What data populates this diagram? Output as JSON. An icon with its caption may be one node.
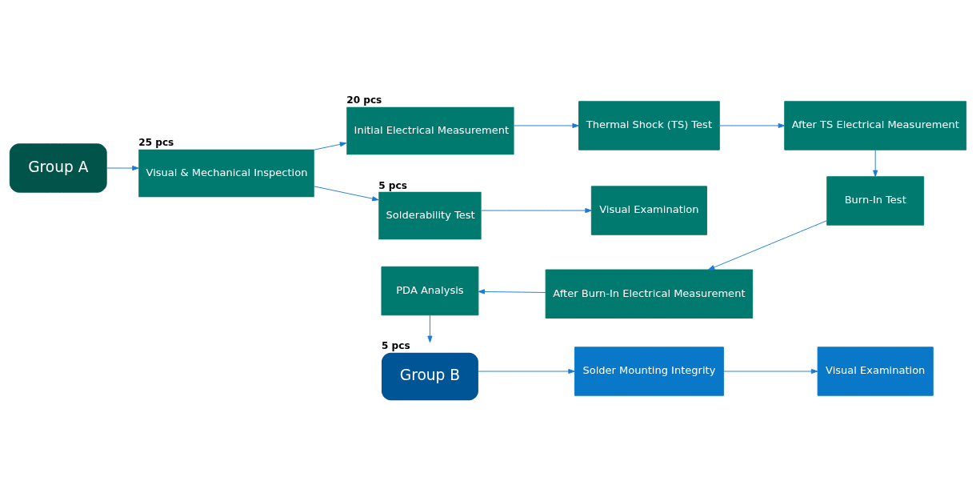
{
  "diagram": {
    "nodes": [
      {
        "text": [
          "Group A"
        ]
      },
      {
        "text": [
          "Visual & Mechanical Inspection"
        ],
        "beside": [
          "25 pcs"
        ]
      },
      {
        "text": [
          "Initial Electrical Measurement"
        ],
        "beside": [
          "20 pcs"
        ]
      },
      {
        "text": [
          "Thermal Shock (TS) Test"
        ]
      },
      {
        "text": [
          "After TS Electrical Measurement"
        ]
      },
      {
        "text": [
          "Solderability Test"
        ],
        "beside": [
          "5 pcs"
        ]
      },
      {
        "text": [
          "Visual Examination"
        ]
      },
      {
        "text": [
          "Burn-In Test"
        ]
      },
      {
        "text": [
          "After Burn-In Electrical Measurement"
        ]
      },
      {
        "text": [
          "PDA Analysis"
        ]
      },
      {
        "text": [
          "Group B"
        ],
        "beside": [
          "5 pcs"
        ]
      },
      {
        "text": [
          "Solder Mounting Integrity"
        ]
      },
      {
        "text": [
          "Visual Examination"
        ]
      }
    ],
    "edges": [
      {
        "from": 0,
        "to": 1,
        "arrow": "to"
      },
      {
        "from": 1,
        "to": 2,
        "arrow": "to"
      },
      {
        "from": 1,
        "to": 5,
        "arrow": "to"
      },
      {
        "from": 2,
        "to": 3,
        "arrow": "to"
      },
      {
        "from": 3,
        "to": 4,
        "arrow": "to"
      },
      {
        "from": 5,
        "to": 6,
        "arrow": "to"
      },
      {
        "from": 4,
        "to": 7,
        "arrow": "to"
      },
      {
        "from": 7,
        "to": 8,
        "arrow": "to"
      },
      {
        "from": 8,
        "to": 9,
        "arrow": "to"
      },
      {
        "from": 9,
        "to": 10,
        "arrow": "to"
      },
      {
        "from": 10,
        "to": 11,
        "arrow": "to"
      },
      {
        "from": 11,
        "to": 12,
        "arrow": "to"
      }
    ]
  }
}
